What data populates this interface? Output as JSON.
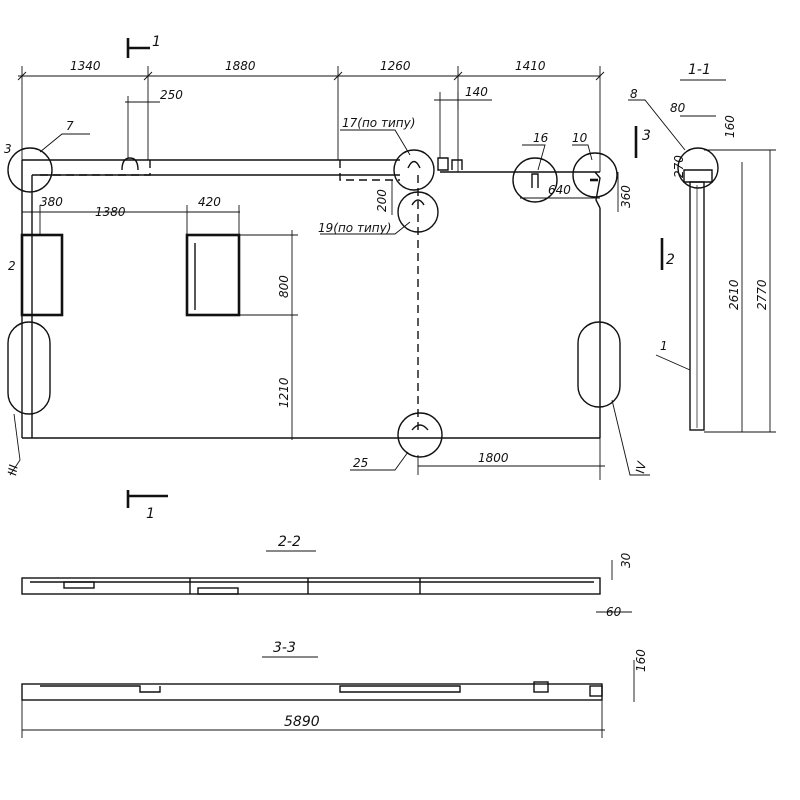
{
  "plan": {
    "dim_top": [
      "1340",
      "1880",
      "1260",
      "1410"
    ],
    "dim_250": "250",
    "dim_140": "140",
    "dim_380": "380",
    "dim_1380": "1380",
    "dim_420": "420",
    "dim_800": "800",
    "dim_1210": "1210",
    "dim_200": "200",
    "dim_640": "640",
    "dim_360": "360",
    "dim_1800": "1800",
    "callouts": {
      "c7": "7",
      "c17": "17(по типу)",
      "c19": "19(по типу)",
      "c16": "16",
      "c10": "10",
      "c25": "25",
      "c3": "3",
      "c2": "2",
      "cIII": "III",
      "cIV": "IV"
    },
    "section_mark_1": "1",
    "section_mark_2": "2",
    "section_mark_3": "3"
  },
  "section_1_1": {
    "title": "1-1",
    "callout_8": "8",
    "callout_1": "1",
    "dim_80": "80",
    "dim_160": "160",
    "dim_270": "270",
    "dim_2610": "2610",
    "dim_2770": "2770"
  },
  "section_2_2": {
    "title": "2-2",
    "dim_30": "30",
    "dim_60": "60"
  },
  "section_3_3": {
    "title": "3-3",
    "dim_160": "160",
    "dim_5890": "5890"
  }
}
